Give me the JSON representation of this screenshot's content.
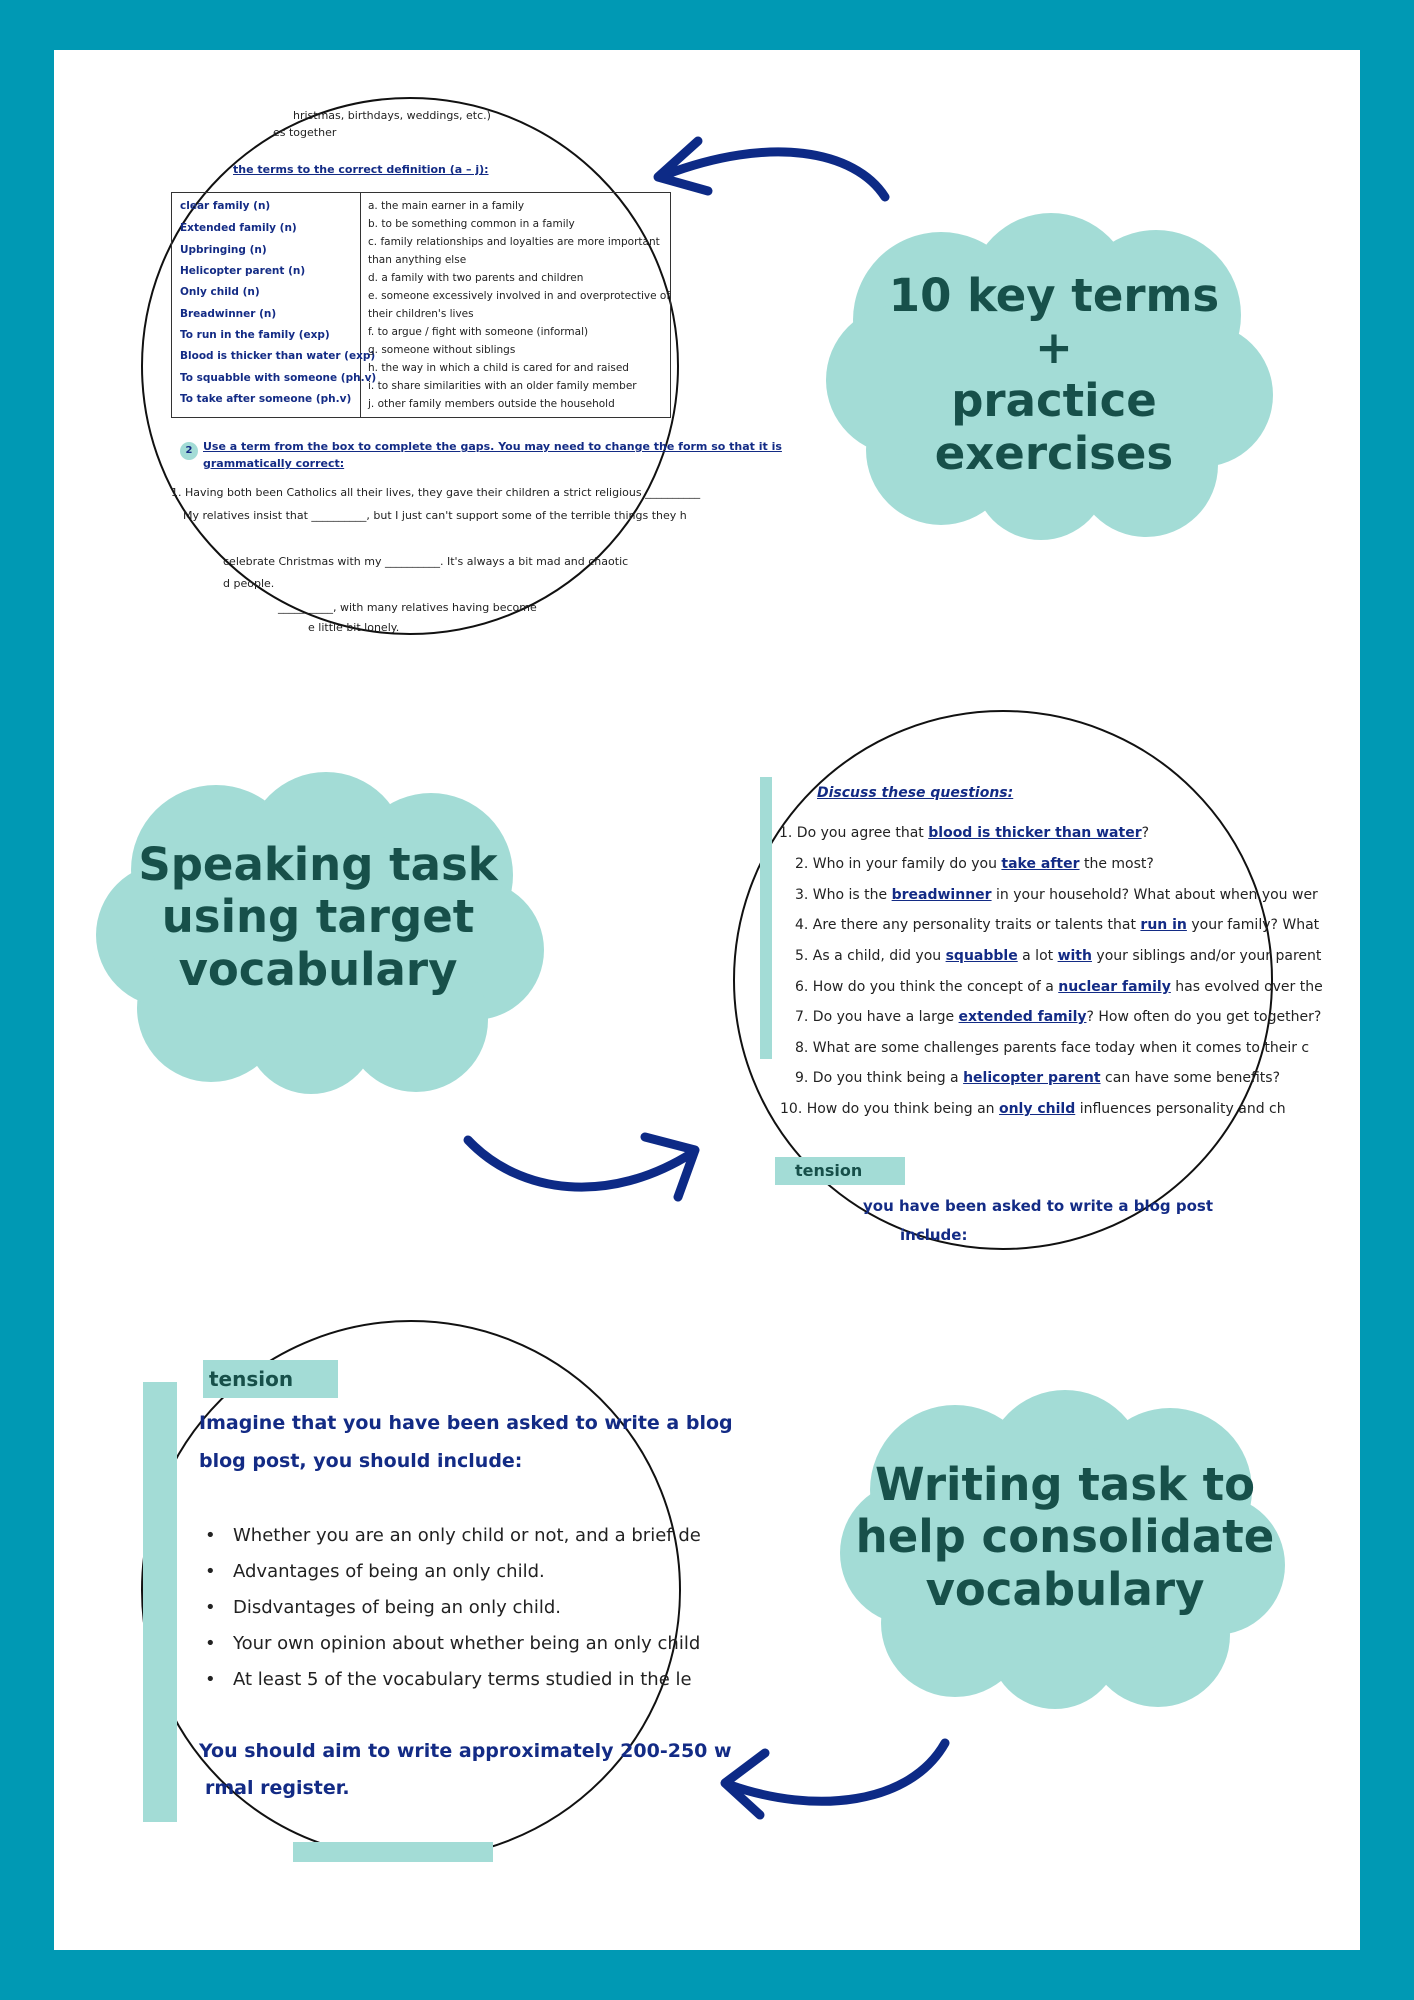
{
  "colors": {
    "frame": "#0099b4",
    "cloud": "#a3dcd6",
    "cloud_text": "#17504a",
    "arrow": "#0d2a86",
    "heading_text": "#132b85"
  },
  "worksheet1": {
    "top_line1": "hristmas, birthdays, weddings, etc.)",
    "top_line2": "es together",
    "task1_heading": "the terms to the correct definition (a – j):",
    "terms": [
      "clear family (n)",
      "Extended family (n)",
      "Upbringing (n)",
      "Helicopter parent (n)",
      "Only child (n)",
      "Breadwinner (n)",
      "To run in the family (exp)",
      "Blood is thicker than water (exp)",
      "To squabble with someone (ph.v)",
      "To take after someone (ph.v)"
    ],
    "definitions": [
      "a. the main earner in a family",
      "b. to be something common in a family",
      "c. family relationships and loyalties are more important",
      "than anything else",
      "d. a family with two parents and children",
      "e. someone excessively involved in and overprotective of",
      "their children's lives",
      "f. to argue / fight with someone (informal)",
      "g. someone without siblings",
      "h. the way in which a child is cared for and raised",
      "i. to share similarities with an older family member",
      "j. other family members outside the household"
    ],
    "task2_number": "2",
    "task2_heading_line1": "Use a term from the box to complete the gaps. You may need to change the form so that it is",
    "task2_heading_line2": "grammatically correct:",
    "sentences": [
      "1. Having both been Catholics all their lives, they gave their children a strict religious __________",
      "My relatives insist that __________, but I just can't support some of the terrible things they h",
      "celebrate Christmas with my __________. It's always a bit mad and chaotic",
      "d people.",
      "__________, with many relatives having become",
      "e little bit lonely."
    ]
  },
  "cloud1": {
    "lines": [
      "10 key terms",
      "+",
      "practice exercises"
    ]
  },
  "cloud2": {
    "lines": [
      "Speaking task",
      "using target",
      "vocabulary"
    ]
  },
  "cloud3": {
    "lines": [
      "Writing task to",
      "help consolidate",
      "vocabulary"
    ]
  },
  "worksheet2": {
    "heading": "Discuss these questions:",
    "questions": [
      {
        "pre": "1. Do you agree that ",
        "term": "blood is thicker than water",
        "post": "?"
      },
      {
        "pre": "2. Who in your family do you ",
        "term": "take after",
        "post": " the most?"
      },
      {
        "pre": "3. Who is the ",
        "term": "breadwinner",
        "post": " in your household? What about when you wer"
      },
      {
        "pre": "4. Are there any personality traits or talents that ",
        "term": "run in",
        "post": " your family? What"
      },
      {
        "pre": "5. As a child, did you ",
        "term": "squabble",
        "post": " a lot ",
        "term2": "with",
        "post2": " your siblings and/or your parent"
      },
      {
        "pre": "6. How do you think the concept of a ",
        "term": "nuclear family",
        "post": " has evolved over the"
      },
      {
        "pre": "7. Do you have a large ",
        "term": "extended family",
        "post": "? How often do you get together?"
      },
      {
        "pre": "8. What are some challenges parents face today when it comes to their c",
        "term": "",
        "post": ""
      },
      {
        "pre": "9. Do you think being a ",
        "term": "helicopter parent",
        "post": " can have some benefits?"
      },
      {
        "pre": "10. How do you think being an ",
        "term": "only child",
        "post": " influences personality and ch"
      }
    ],
    "extension_label": "tension",
    "blog_line1": "you have been asked to write a blog post",
    "blog_line2": "include:"
  },
  "worksheet3": {
    "extension_label": "tension",
    "prompt_line1": "Imagine that you have been asked to write a blog",
    "prompt_line2": "blog post, you should include:",
    "bullets": [
      "Whether you are an only child or not, and a brief de",
      "Advantages of being an only child.",
      "Disdvantages of being an only child.",
      "Your own opinion about whether being an only child",
      "At least 5 of the vocabulary terms studied in the le"
    ],
    "closing_line1": "You should aim to write approximately 200-250 w",
    "closing_line2": "rmal register."
  }
}
